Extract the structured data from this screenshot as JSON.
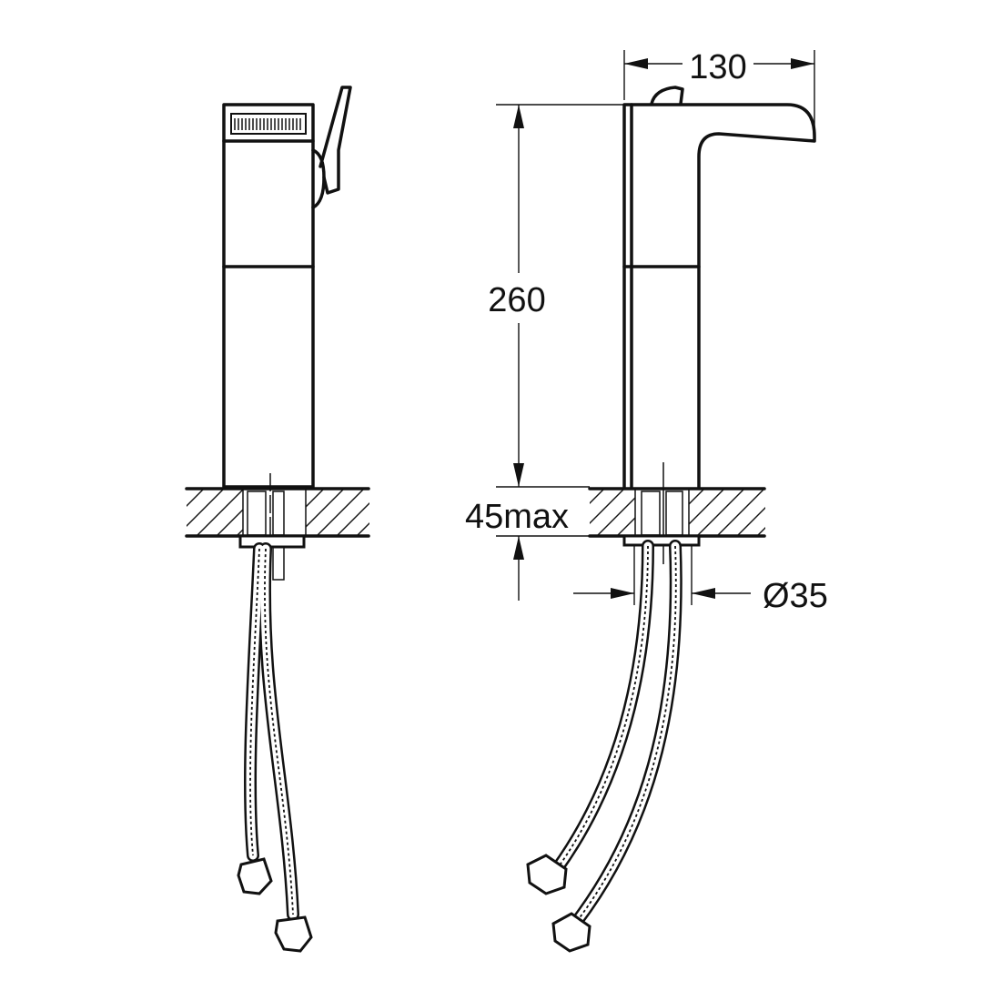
{
  "dimensions": {
    "spout_reach": "130",
    "height": "260",
    "max_counter_thickness": "45max",
    "hole_diameter": "Ø35"
  },
  "colors": {
    "line": "#111111",
    "background": "#ffffff"
  }
}
